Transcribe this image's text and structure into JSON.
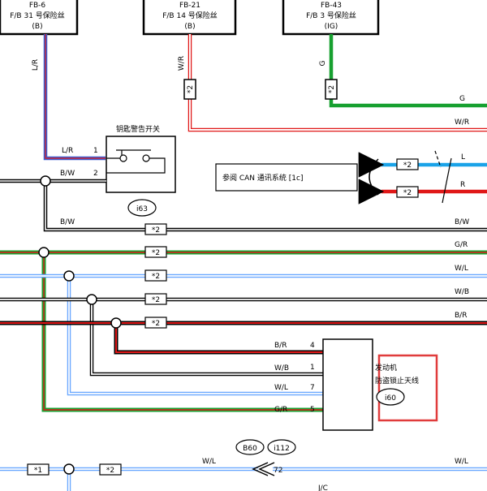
{
  "fuses": [
    {
      "name": "FB-6",
      "desc": "F/B 31 号保险丝",
      "code": "(B)"
    },
    {
      "name": "FB-21",
      "desc": "F/B 14 号保险丝",
      "code": "(B)"
    },
    {
      "name": "FB-43",
      "desc": "F/B 3 号保险丝",
      "code": "(IG)"
    }
  ],
  "key_switch": {
    "title": "钥匙警告开关",
    "connector": "i63",
    "pin1": "1",
    "pin2": "2"
  },
  "can_box": {
    "label": "参阅 CAN 通讯系统 [1c]"
  },
  "immobiliser": {
    "title_line1": "发动机",
    "title_line2": "防盗锁止天线",
    "connector": "i60",
    "pins": [
      "4",
      "1",
      "7",
      "5"
    ]
  },
  "joint": {
    "connectors": [
      "B60",
      "i112"
    ],
    "number": "72",
    "label": "J/C"
  },
  "splice_marks": {
    "star1": "*1",
    "star2": "*2"
  },
  "wire_labels": {
    "lr": "L/R",
    "wr": "W/R",
    "g": "G",
    "bw": "B/W",
    "gr": "G/R",
    "wl": "W/L",
    "wb": "W/B",
    "br": "B/R",
    "l": "L",
    "r": "R"
  },
  "colors": {
    "blue": "#3b5fd1",
    "red": "#e01818",
    "green": "#17a030",
    "cyan": "#1aa3e8",
    "highlight": "#e03c3c"
  }
}
